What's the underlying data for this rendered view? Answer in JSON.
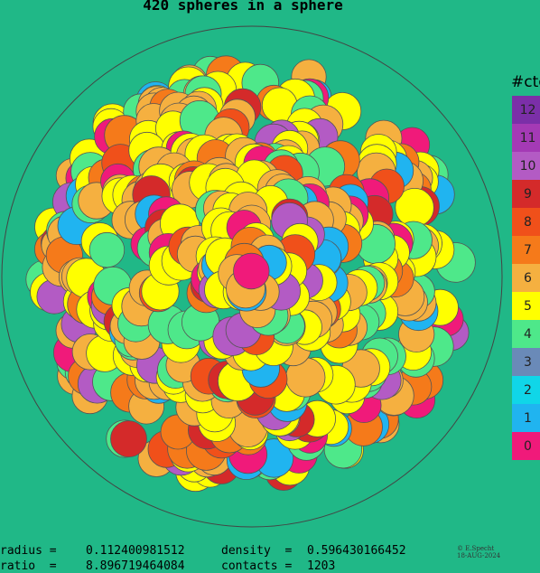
{
  "title": "420 spheres in a sphere",
  "legend": {
    "title": "#ctc",
    "items": [
      {
        "label": "12",
        "color": "#7b2fa8"
      },
      {
        "label": "11",
        "color": "#a43ab5"
      },
      {
        "label": "10",
        "color": "#b35bc4"
      },
      {
        "label": "9",
        "color": "#d42a2a"
      },
      {
        "label": "8",
        "color": "#f0501a"
      },
      {
        "label": "7",
        "color": "#f57a1a"
      },
      {
        "label": "6",
        "color": "#f5b040"
      },
      {
        "label": "5",
        "color": "#ffff00"
      },
      {
        "label": "4",
        "color": "#4ee88a"
      },
      {
        "label": "3",
        "color": "#6a8ab8"
      },
      {
        "label": "2",
        "color": "#10d6e8"
      },
      {
        "label": "1",
        "color": "#20b4f0"
      },
      {
        "label": "0",
        "color": "#f01a7a"
      }
    ]
  },
  "stats": {
    "radius_label": "radius =",
    "radius_value": "0.112400981512",
    "density_label": "density  =",
    "density_value": "0.596430166452",
    "ratio_label": "ratio  =",
    "ratio_value": "8.896719464084",
    "contacts_label": "contacts =",
    "contacts_value": "1203"
  },
  "credit": {
    "author": "© E.Specht",
    "date": "18-AUG-2024"
  }
}
